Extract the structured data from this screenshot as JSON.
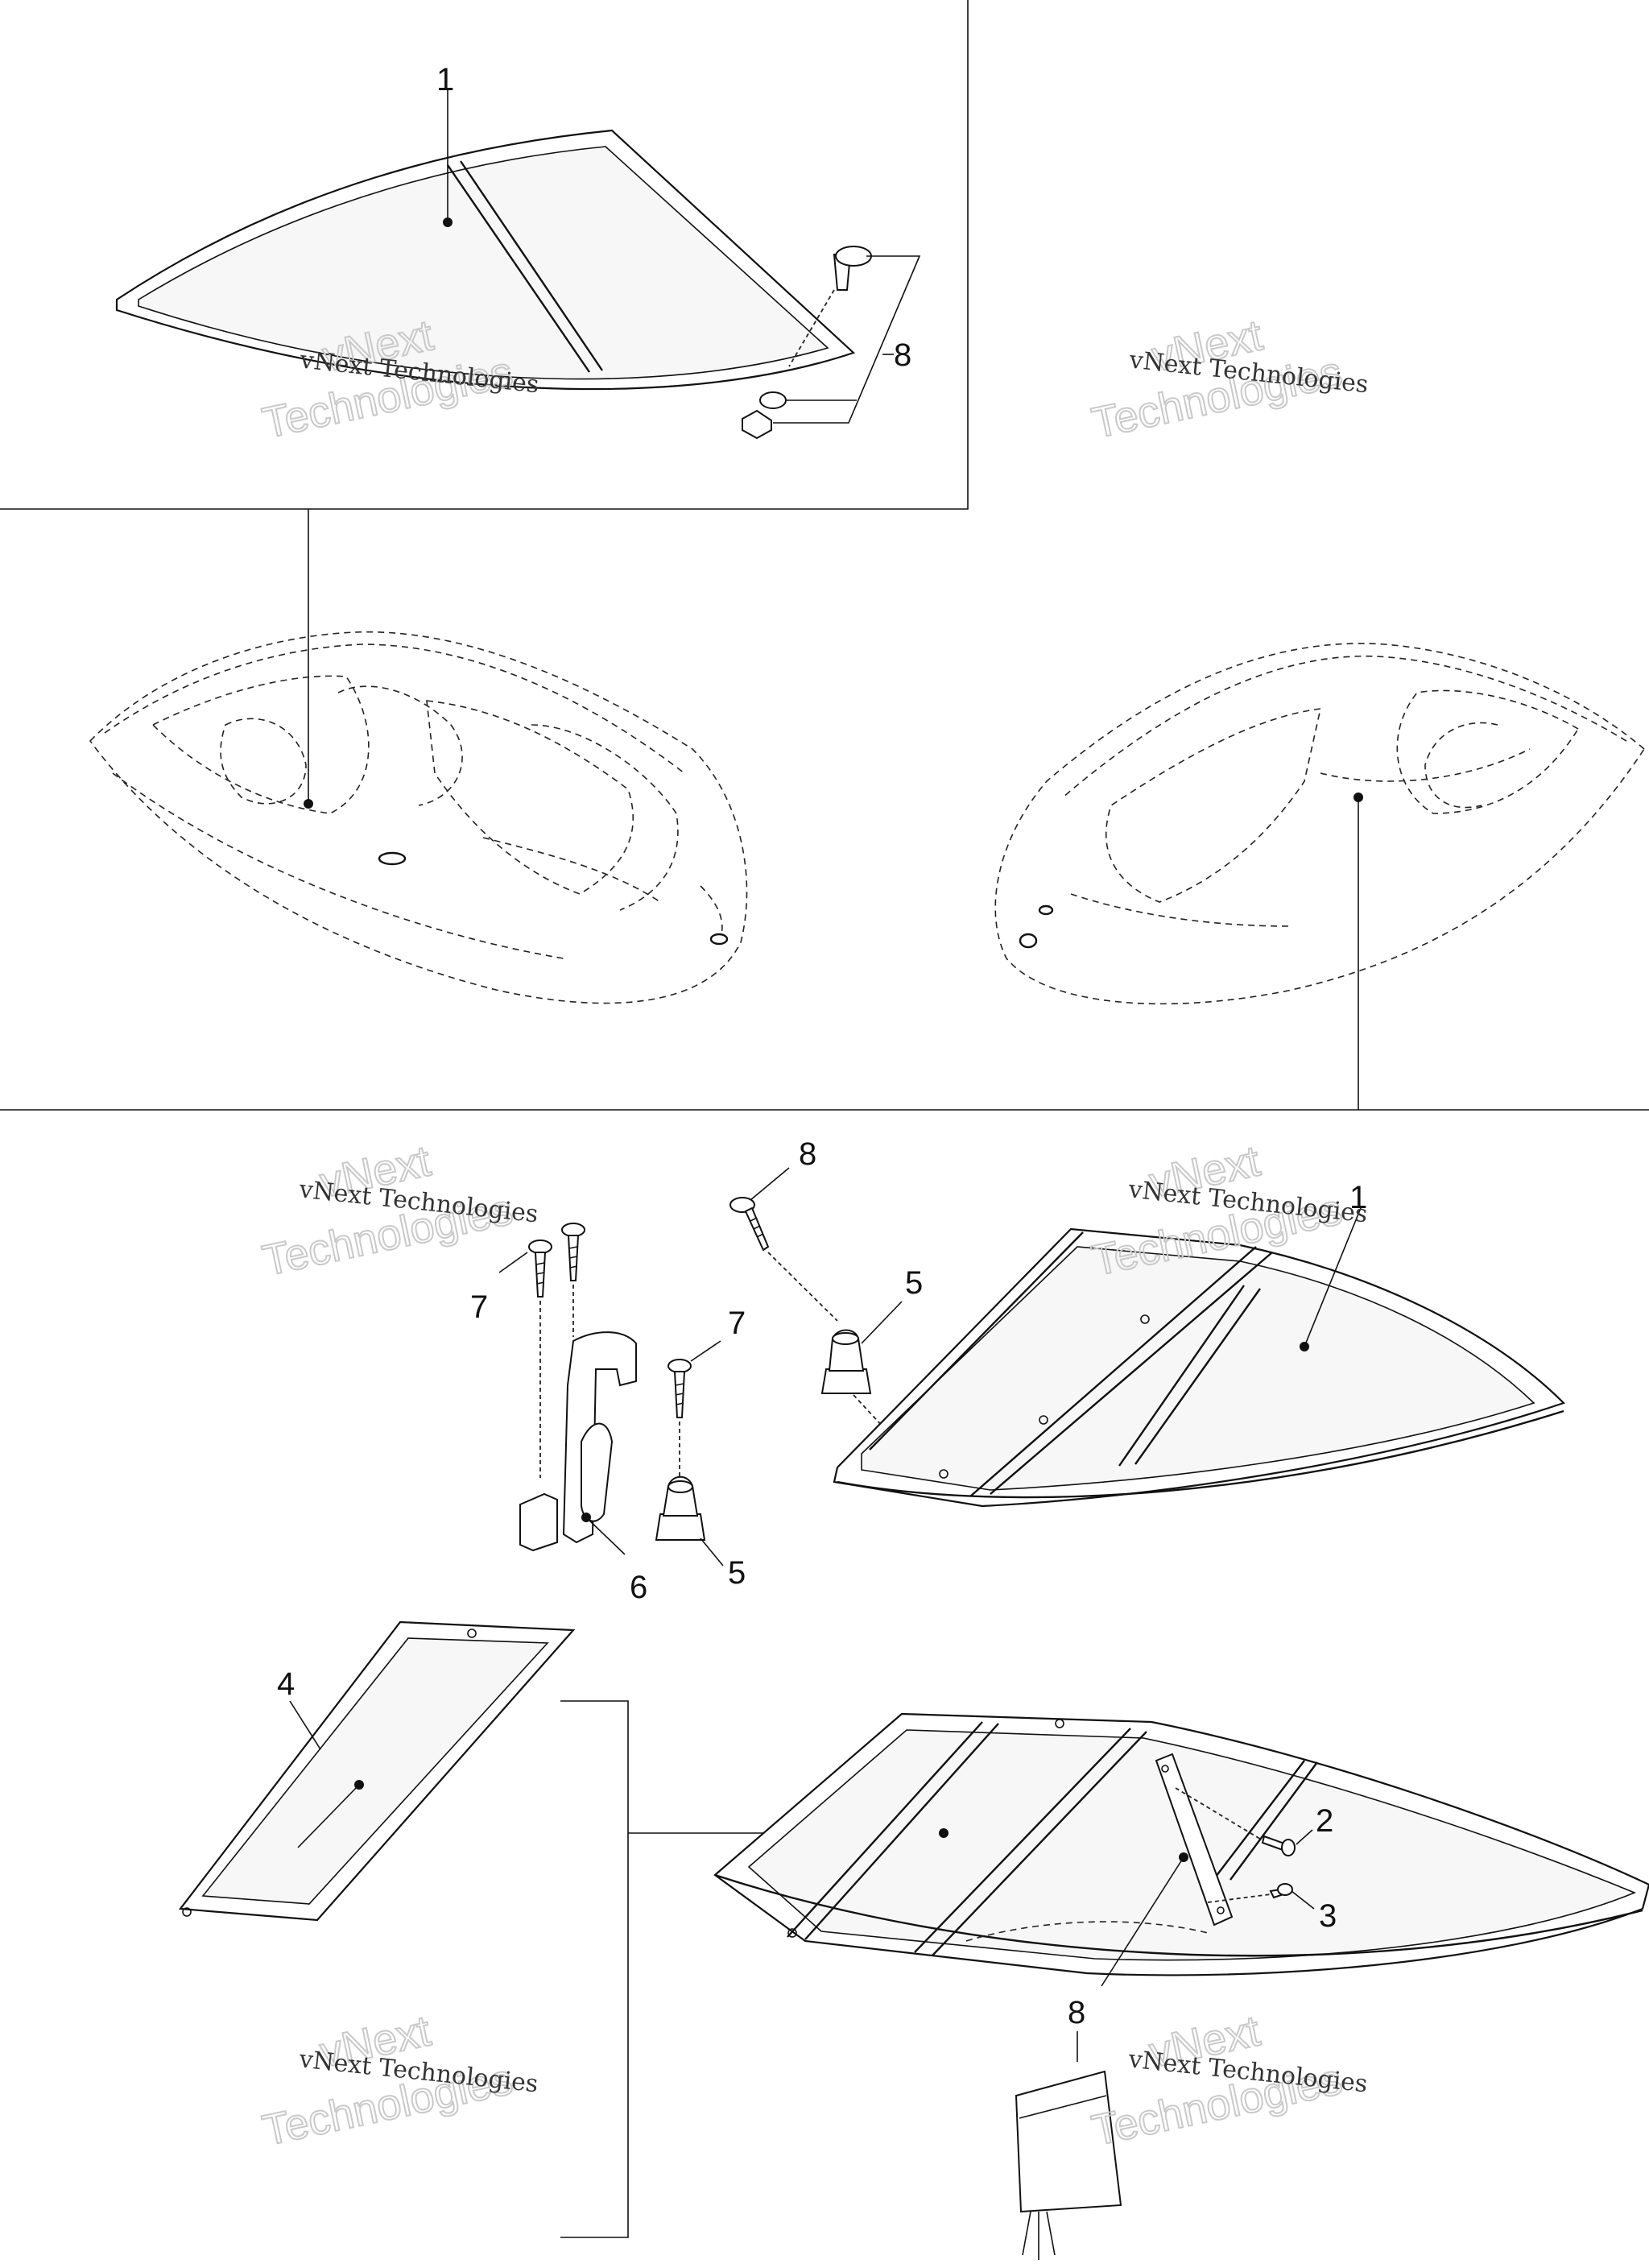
{
  "callouts": {
    "c1_top": "1",
    "c8_top": "8",
    "c8_mid": "8",
    "c5_mid_a": "5",
    "c7_left": "7",
    "c7_mid": "7",
    "c6": "6",
    "c5_mid_b": "5",
    "c1_mid": "1",
    "c2": "2",
    "c3": "3",
    "c4": "4",
    "c8_bottom": "8"
  },
  "watermark": {
    "line": "vNext Technologies",
    "big_top": "vNext",
    "big_bottom": "Technologies"
  }
}
